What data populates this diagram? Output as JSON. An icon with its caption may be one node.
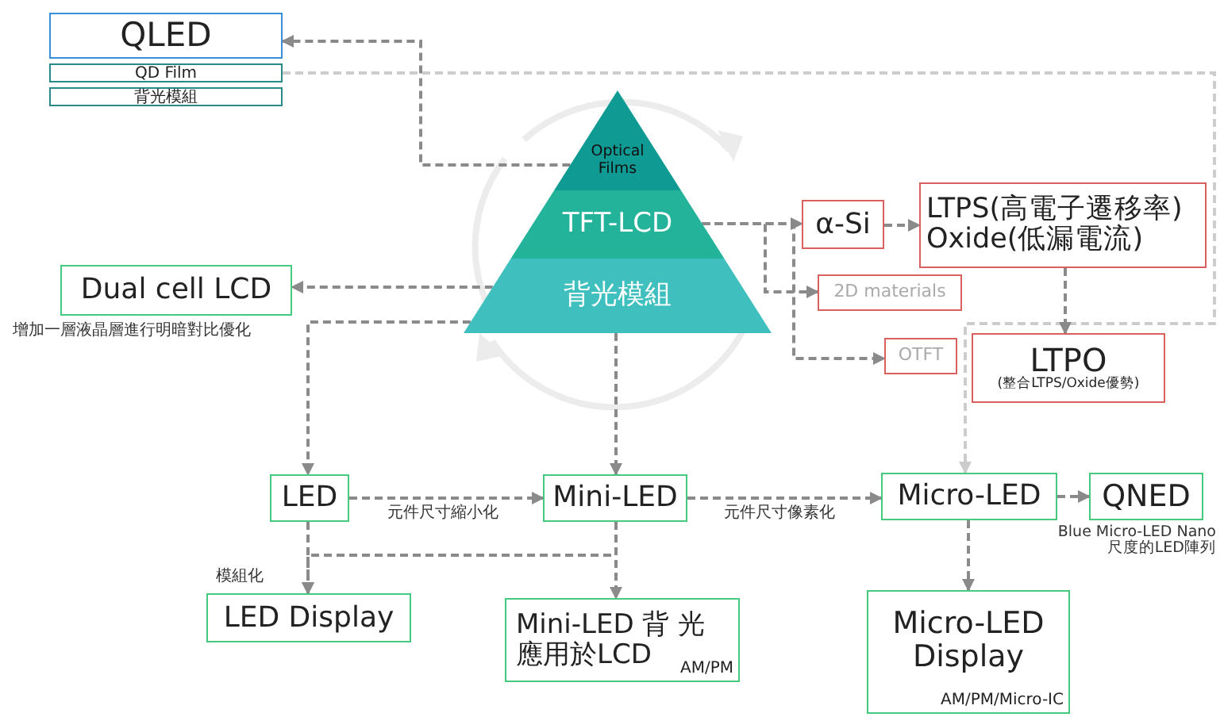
{
  "diagram": {
    "nodes": [
      {
        "text": [
          "QLED"
        ]
      },
      {
        "text": [
          "QD Film"
        ]
      },
      {
        "text": [
          "背光模組"
        ]
      },
      {
        "text": [
          "Optical Films"
        ]
      },
      {
        "text": [
          "TFT-LCD"
        ]
      },
      {
        "text": [
          "背光模組"
        ]
      },
      {
        "text": [
          "Dual cell LCD"
        ],
        "beside": [
          "增加一層液晶層進行明暗對比優化"
        ]
      },
      {
        "text": [
          "α-Si"
        ]
      },
      {
        "text": [
          "LTPS(高電子遷移率) Oxide(低漏電流)"
        ]
      },
      {
        "text": [
          "2D materials"
        ]
      },
      {
        "text": [
          "OTFT"
        ]
      },
      {
        "text": [
          "LTPO",
          "(整合LTPS/Oxide優勢)"
        ]
      },
      {
        "text": [
          "LED"
        ]
      },
      {
        "text": [
          "Mini-LED"
        ]
      },
      {
        "text": [
          "Micro-LED"
        ]
      },
      {
        "text": [
          "QNED"
        ],
        "beside": [
          "Blue Micro-LED Nano尺度的LED陣列"
        ]
      },
      {
        "text": [
          "LED Display"
        ]
      },
      {
        "text": [
          "Mini-LED 背 光應用於LCD",
          "AM/PM"
        ]
      },
      {
        "text": [
          "Micro-LED Display",
          "AM/PM/Micro-IC"
        ]
      }
    ],
    "edges": [
      {
        "from": 3,
        "to": 0,
        "arrow": "to"
      },
      {
        "from": 1,
        "to": 14,
        "arrow": "to",
        "color": "#cccccc"
      },
      {
        "from": 4,
        "to": 7,
        "arrow": "to"
      },
      {
        "from": 4,
        "to": 9,
        "arrow": "to"
      },
      {
        "from": 4,
        "to": 10,
        "arrow": "to"
      },
      {
        "from": 7,
        "to": 8,
        "arrow": "to"
      },
      {
        "from": 8,
        "to": 11,
        "arrow": "to"
      },
      {
        "from": 5,
        "to": 6,
        "arrow": "to"
      },
      {
        "from": 5,
        "to": 12,
        "arrow": "to"
      },
      {
        "from": 5,
        "to": 13,
        "arrow": "to"
      },
      {
        "from": 12,
        "to": 13,
        "arrow": "to",
        "label": "元件尺寸縮小化"
      },
      {
        "from": 13,
        "to": 14,
        "arrow": "to",
        "label": "元件尺寸像素化"
      },
      {
        "from": 14,
        "to": 15,
        "arrow": "to"
      },
      {
        "from": 14,
        "to": 18,
        "arrow": "to"
      },
      {
        "from": 12,
        "to": 16,
        "arrow": "to",
        "label": "模組化"
      },
      {
        "from": 13,
        "to": 16,
        "arrow": "to"
      },
      {
        "from": 13,
        "to": 17,
        "arrow": "to"
      }
    ]
  }
}
